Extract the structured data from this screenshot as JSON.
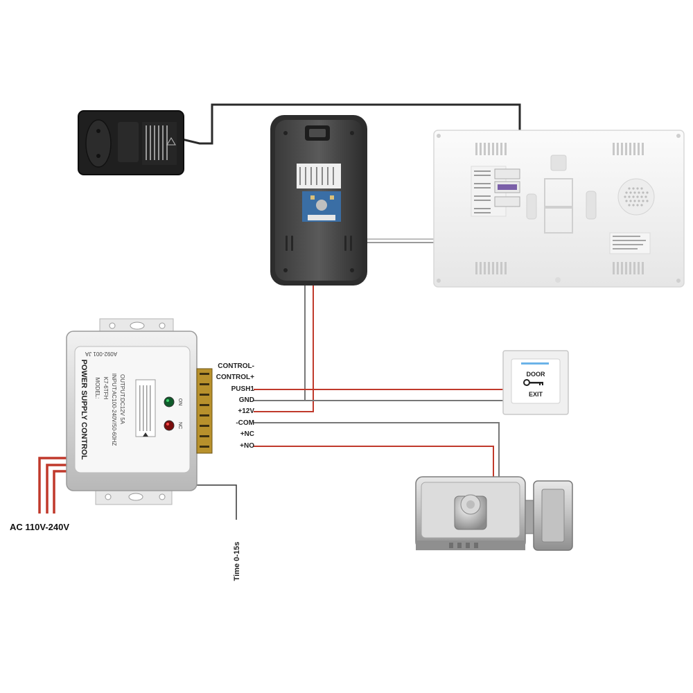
{
  "psu_terminals": [
    "CONTROL-",
    "CONTROL+",
    "PUSH1",
    "GND",
    "+12V",
    "-COM",
    "+NC",
    "+NO"
  ],
  "psu_label": {
    "model_code": "A092-001 JA",
    "title": "POWER SUPPLY CONTROL",
    "model": "MODEL:",
    "model_number": "K7-6TFH",
    "input": "INPUT:AC100-240V/50-60HZ",
    "output": "OUTPUT:DC12V 5A",
    "led_on": "ON",
    "led_nc": "NC"
  },
  "ac_label": "AC 110V-240V",
  "time_label": "Time 0-15s",
  "exit_button": {
    "top": "DOOR",
    "bottom": "EXIT"
  },
  "colors": {
    "wire_red": "#c0392b",
    "wire_gray": "#777777",
    "wire_black": "#2a2a2a",
    "wire_light": "#9a9a9a"
  }
}
